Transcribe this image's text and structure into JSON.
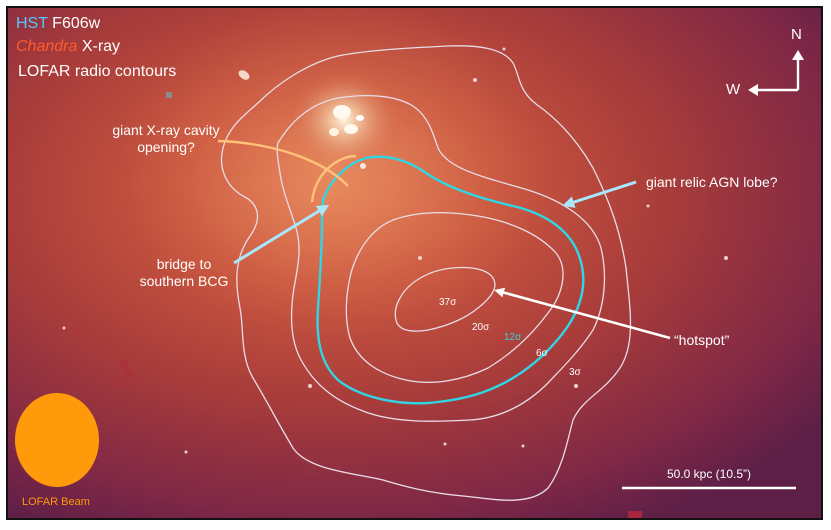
{
  "legend": {
    "line1_a": "HST",
    "line1_b": " F606w",
    "line2_a": "Chandra",
    "line2_b": " X-ray",
    "line3": "LOFAR radio contours"
  },
  "annotations": {
    "cavity": "giant X-ray cavity\nopening?",
    "relic": "giant relic AGN lobe?",
    "bridge": "bridge to\nsouthern BCG",
    "hotspot": "“hotspot”"
  },
  "sigma": {
    "s37": "37σ",
    "s20": "20σ",
    "s12": "12σ",
    "s6": "6σ",
    "s3": "3σ"
  },
  "compass": {
    "north": "N",
    "west": "W"
  },
  "scalebar": "50.0 kpc (10.5”)",
  "beam": "LOFAR Beam",
  "colors": {
    "hst": "#4fc8ff",
    "chandra": "#ff5a2c",
    "beam": "#ff9a0a",
    "cavity_arc": "#ffc27a",
    "contour_12": "#2fd6e6",
    "contour": "#e8dde8",
    "arrow_cyan": "#a8e8ff"
  }
}
